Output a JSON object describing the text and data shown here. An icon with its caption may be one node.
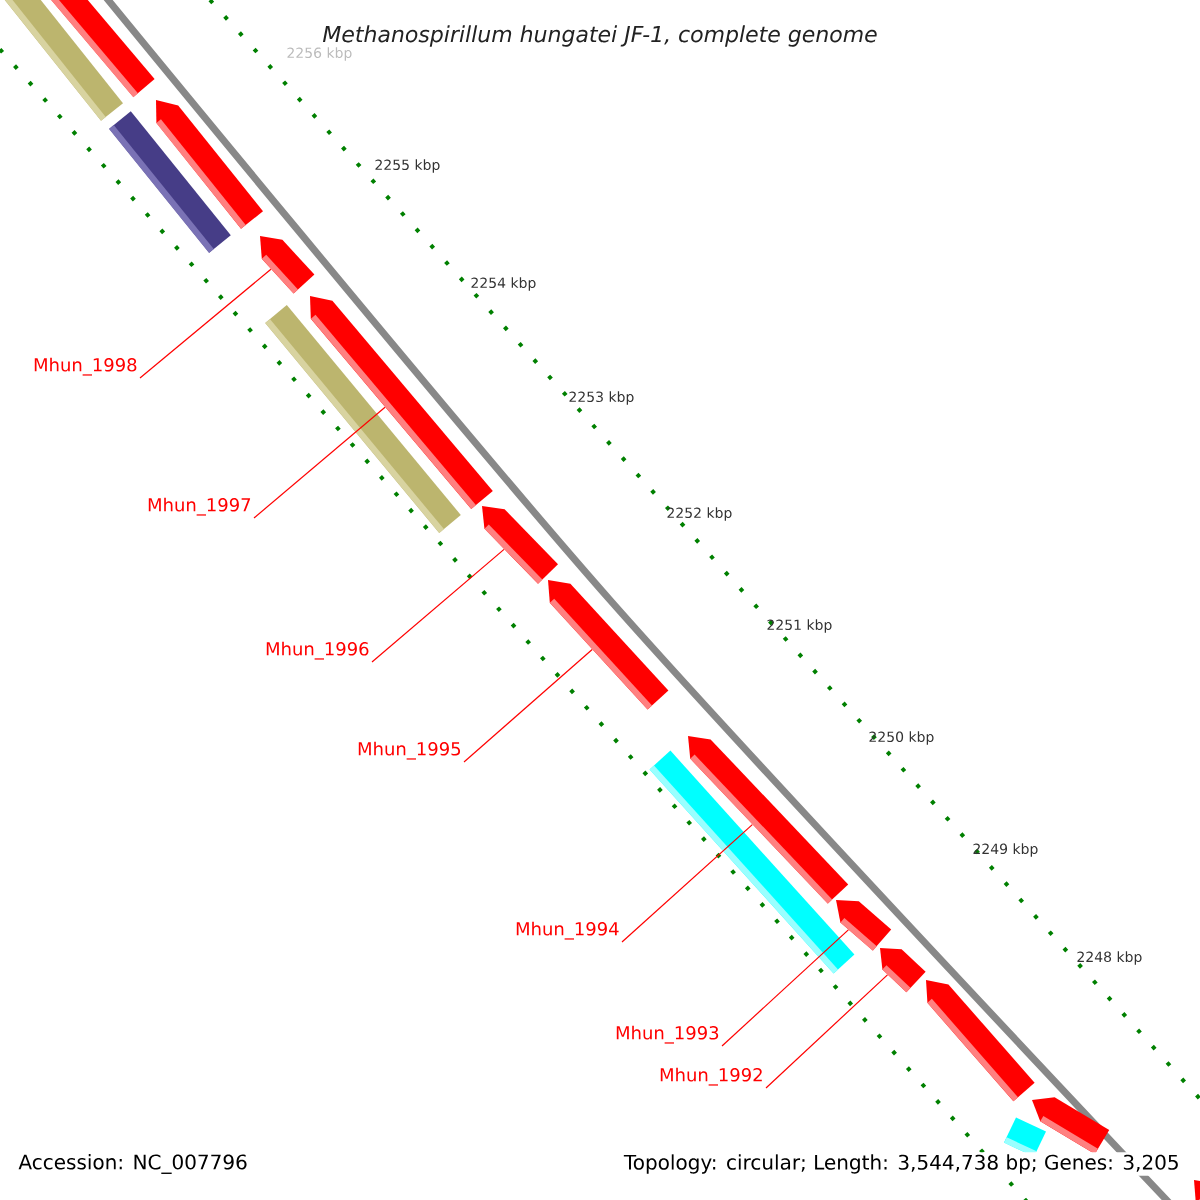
{
  "diagram": {
    "title": "Methanospirillum hungatei JF-1, complete genome",
    "nodes": [
      {
        "text": [
          "Mhun_1998"
        ]
      },
      {
        "text": [
          "Mhun_1997"
        ]
      },
      {
        "text": [
          "Mhun_1996"
        ]
      },
      {
        "text": [
          "Mhun_1995"
        ]
      },
      {
        "text": [
          "Mhun_1994"
        ]
      },
      {
        "text": [
          "Mhun_1993"
        ]
      },
      {
        "text": [
          "Mhun_1992"
        ]
      },
      {
        "text": [],
        "shape": "bar"
      },
      {
        "text": [],
        "shape": "bar"
      },
      {
        "text": [],
        "shape": "bar"
      },
      {
        "text": [],
        "shape": "bar"
      },
      {
        "text": [],
        "shape": "bar"
      },
      {
        "text": [],
        "shape": "bar"
      },
      {
        "text": [],
        "shape": "bar"
      },
      {
        "text": [],
        "shape": "bar"
      },
      {
        "text": [],
        "shape": "bar"
      },
      {
        "text": [],
        "shape": "bar"
      },
      {
        "text": [],
        "shape": "bar"
      },
      {
        "text": [],
        "shape": "bar"
      },
      {
        "text": [],
        "shape": "bar"
      },
      {
        "text": [],
        "shape": "bar"
      },
      {
        "text": [],
        "shape": "bar"
      },
      {
        "text": [],
        "shape": "bar"
      },
      {
        "text": [],
        "shape": "bar"
      }
    ],
    "edges": [
      {
        "from": 0,
        "to": 11,
        "arrow": "none",
        "color": "#ff0000"
      },
      {
        "from": 1,
        "to": 12,
        "arrow": "none",
        "color": "#ff0000"
      },
      {
        "from": 2,
        "to": 14,
        "arrow": "none",
        "color": "#ff0000"
      },
      {
        "from": 3,
        "to": 15,
        "arrow": "none",
        "color": "#ff0000"
      },
      {
        "from": 4,
        "to": 16,
        "arrow": "none",
        "color": "#ff0000"
      },
      {
        "from": 5,
        "to": 18,
        "arrow": "none",
        "color": "#ff0000"
      },
      {
        "from": 6,
        "to": 19,
        "arrow": "none",
        "color": "#ff0000"
      }
    ],
    "labels": [
      "2256 kbp",
      "2255 kbp",
      "2254 kbp",
      "2253 kbp",
      "2252 kbp",
      "2251 kbp",
      "2250 kbp",
      "2249 kbp",
      "2248 kbp",
      "Accession: NC_007796",
      "Topology: circular; Length: 3,544,738 bp; Genes: 3,205"
    ]
  }
}
